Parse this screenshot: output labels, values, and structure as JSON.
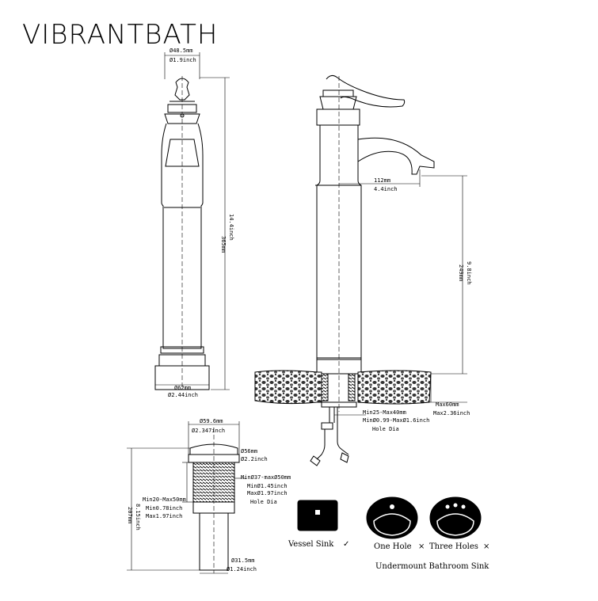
{
  "brand": "VIBRANTBATH",
  "dimensions": {
    "top_diameter_mm": "Ø48.5mm",
    "top_diameter_in": "Ø1.9inch",
    "height_mm": "365mm",
    "height_in": "14.4inch",
    "base_diameter_mm": "Ø62mm",
    "base_diameter_in": "Ø2.44inch",
    "spout_reach_mm": "112mm",
    "spout_reach_in": "4.4inch",
    "spout_height_mm": "249mm",
    "spout_height_in": "9.8inch",
    "deck_max_mm": "Max60mm",
    "deck_max_in": "Max2.36inch",
    "hole_dia_mm": "Min25-Max40mm",
    "hole_dia_in": "MinØ0.99-MaxØ1.6inch",
    "hole_dia_label": "Hole Dia",
    "drain_outer_mm": "Ø59.6mm",
    "drain_outer_in": "Ø2.347inch",
    "drain_cap_mm": "Ø56mm",
    "drain_cap_in": "Ø2.2inch",
    "drain_hole_mm": "MinØ37-maxØ50mm",
    "drain_hole_in_min": "MinØ1.45inch",
    "drain_hole_in_max": "MaxØ1.97inch",
    "drain_hole_label": "Hole Dia",
    "drain_height_mm": "207mm",
    "drain_height_in": "8.15inch",
    "drain_range_mm": "Min20-Max50mm",
    "drain_range_in_min": "Min0.78inch",
    "drain_range_in_max": "Max1.97inch",
    "drain_bottom_mm": "Ø31.5mm",
    "drain_bottom_in": "Ø1.24inch"
  },
  "sinks": {
    "vessel": "Vessel Sink",
    "vessel_mark": "✓",
    "one_hole": "One Hole",
    "one_hole_mark": "×",
    "three_holes": "Three Holes",
    "three_holes_mark": "×",
    "undermount": "Undermount Bathroom Sink"
  }
}
